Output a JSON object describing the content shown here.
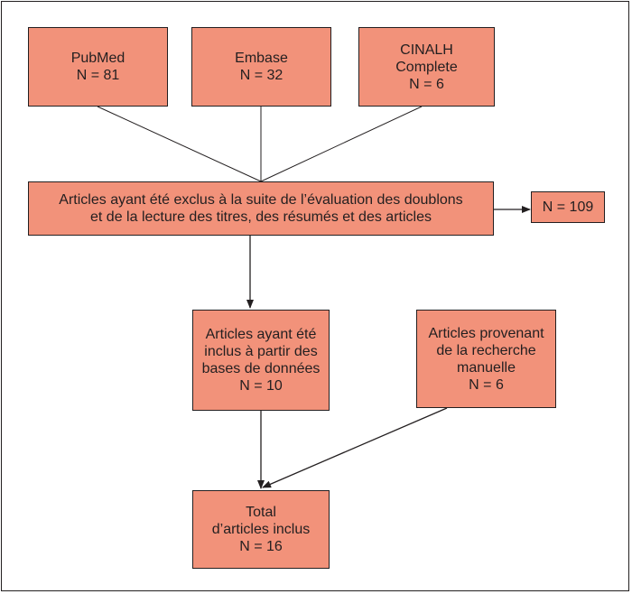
{
  "colors": {
    "box_fill": "#f2927a",
    "stroke": "#231f20",
    "text": "#231f20",
    "background": "#ffffff"
  },
  "sources": [
    {
      "name": "PubMed",
      "count": "N = 81"
    },
    {
      "name": "Embase",
      "count": "N = 32"
    },
    {
      "name_line1": "CINALH",
      "name_line2": "Complete",
      "count": "N = 6"
    }
  ],
  "excluded": {
    "line1": "Articles ayant été exclus à la suite de l’évaluation des doublons",
    "line2": "et de la lecture des titres, des résumés et des articles",
    "count": "N = 109"
  },
  "included_db": {
    "line1": "Articles ayant été",
    "line2": "inclus à partir des",
    "line3": "bases de données",
    "count": "N = 10"
  },
  "manual": {
    "line1": "Articles provenant",
    "line2": "de la recherche",
    "line3": "manuelle",
    "count": "N = 6"
  },
  "total": {
    "line1": "Total",
    "line2": "d’articles inclus",
    "count": "N = 16"
  }
}
